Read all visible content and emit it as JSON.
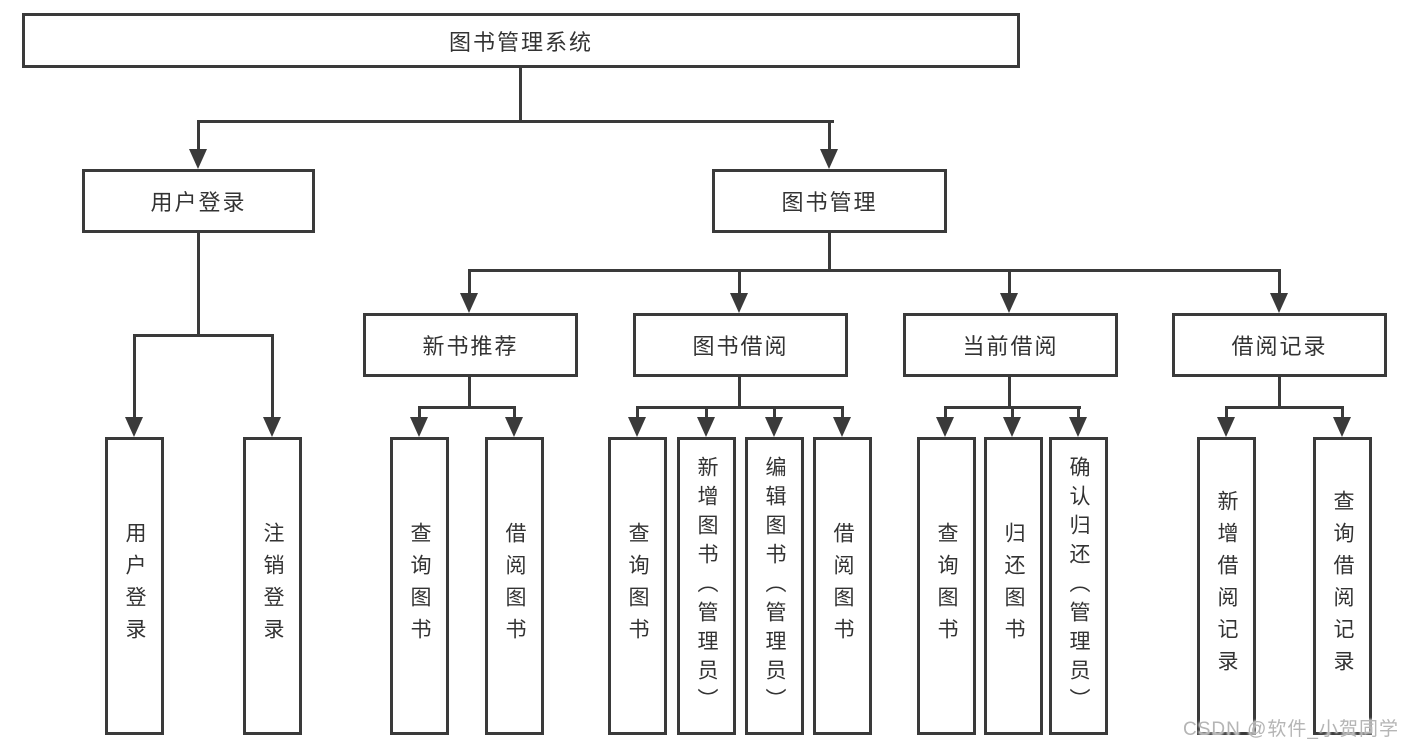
{
  "root": {
    "label": "图书管理系统"
  },
  "level2": [
    {
      "label": "用户登录"
    },
    {
      "label": "图书管理"
    }
  ],
  "level3": [
    {
      "label": "新书推荐",
      "parent": "图书管理"
    },
    {
      "label": "图书借阅",
      "parent": "图书管理"
    },
    {
      "label": "当前借阅",
      "parent": "图书管理"
    },
    {
      "label": "借阅记录",
      "parent": "图书管理"
    }
  ],
  "leaves": [
    {
      "label": "用户登录",
      "parent": "用户登录"
    },
    {
      "label": "注销登录",
      "parent": "用户登录"
    },
    {
      "label": "查询图书",
      "parent": "新书推荐"
    },
    {
      "label": "借阅图书",
      "parent": "新书推荐"
    },
    {
      "label": "查询图书",
      "parent": "图书借阅"
    },
    {
      "label": "新增图书（管理员）",
      "parent": "图书借阅"
    },
    {
      "label": "编辑图书（管理员）",
      "parent": "图书借阅"
    },
    {
      "label": "借阅图书",
      "parent": "图书借阅"
    },
    {
      "label": "查询图书",
      "parent": "当前借阅"
    },
    {
      "label": "归还图书",
      "parent": "当前借阅"
    },
    {
      "label": "确认归还（管理员）",
      "parent": "当前借阅"
    },
    {
      "label": "新增借阅记录",
      "parent": "借阅记录"
    },
    {
      "label": "查询借阅记录",
      "parent": "借阅记录"
    }
  ],
  "watermark": "CSDN @软件_小贺同学",
  "colors": {
    "line": "#3a3a3a",
    "text": "#333333",
    "box_background": "#ffffff",
    "watermark": "#b5b5b5"
  }
}
